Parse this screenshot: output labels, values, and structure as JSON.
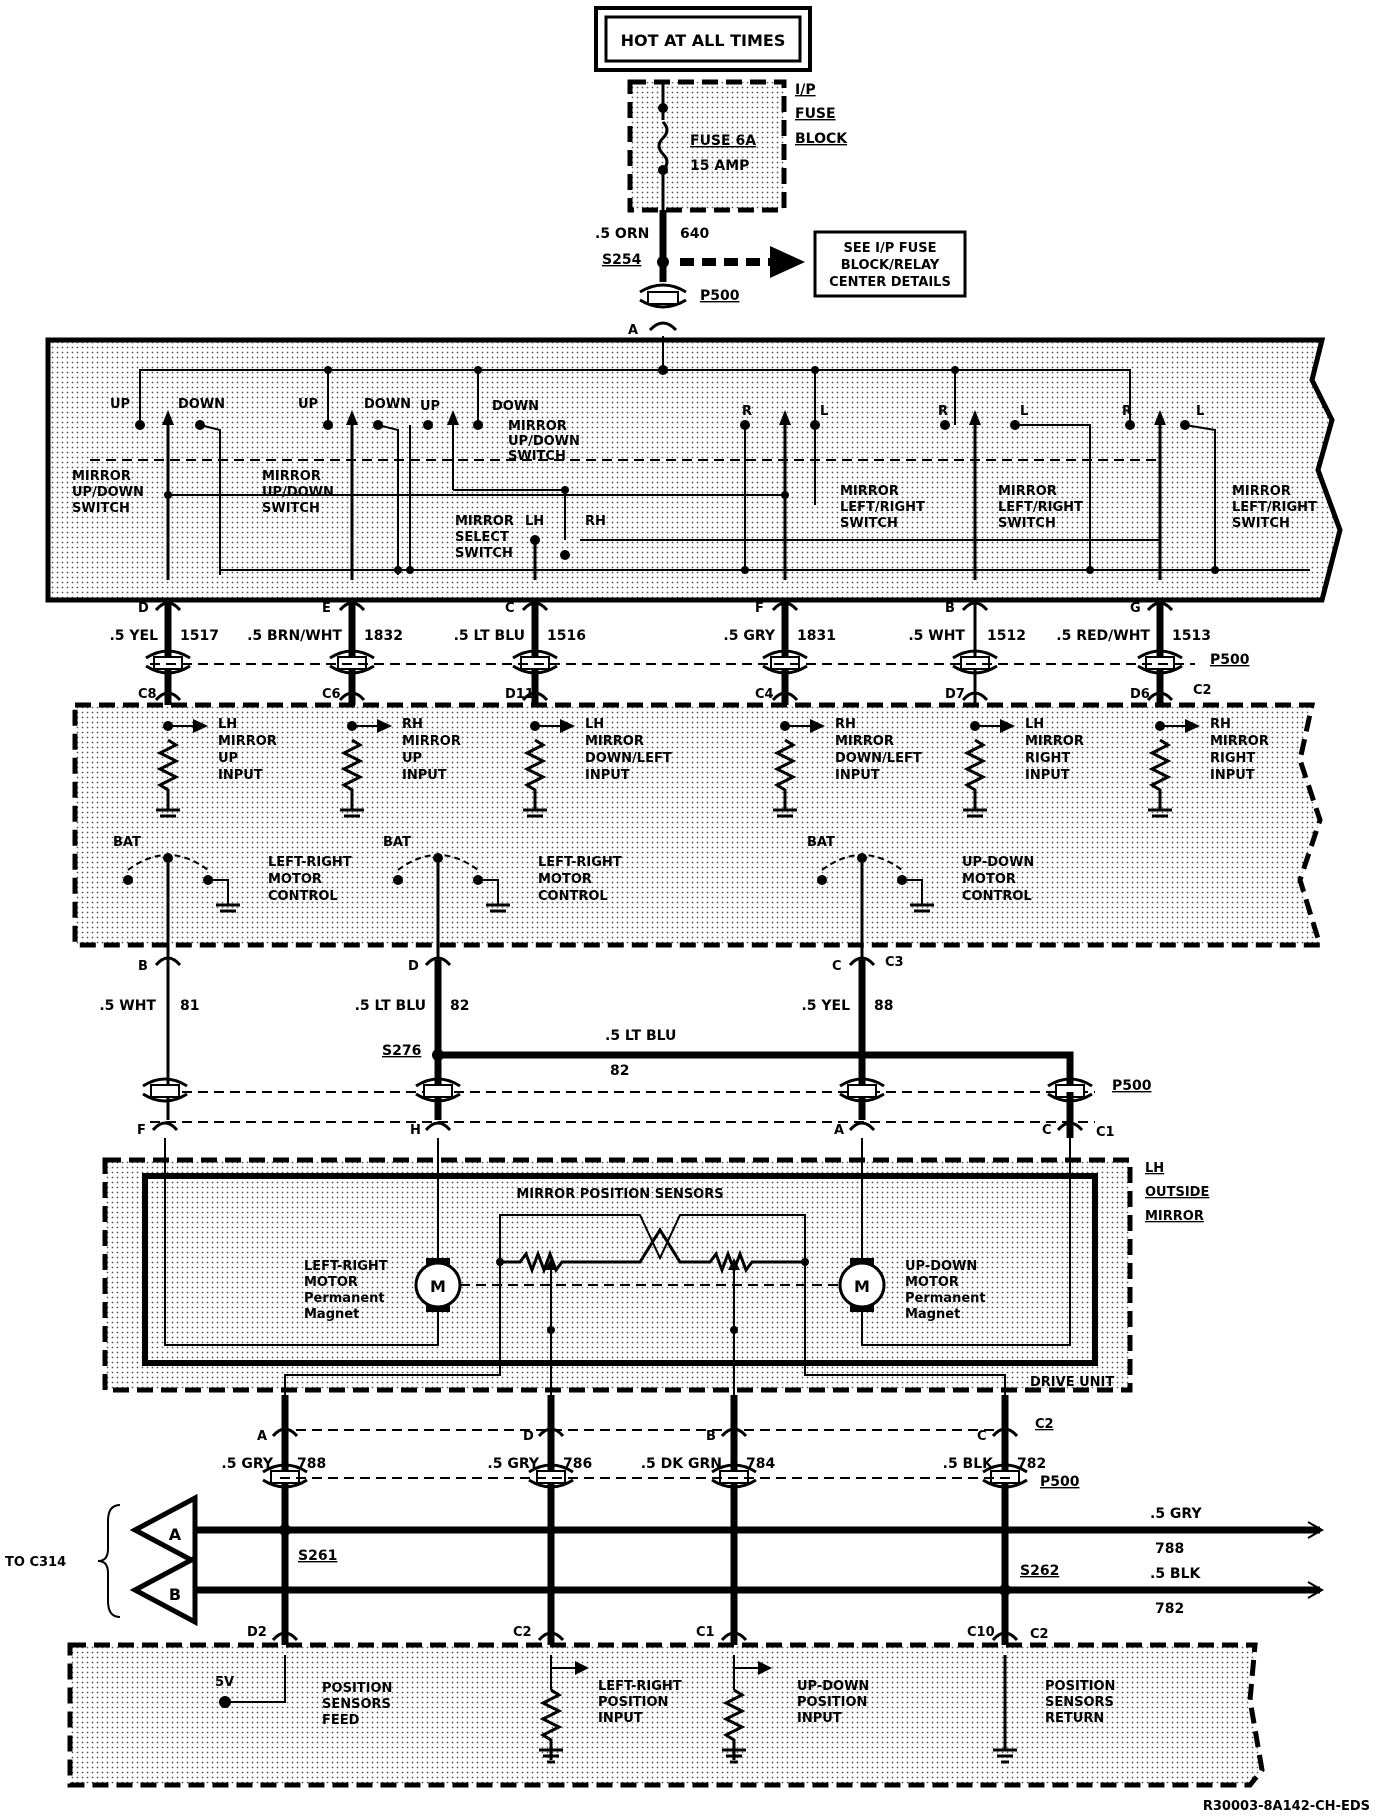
{
  "header": {
    "hot_label": "HOT AT ALL TIMES",
    "fuse_block_label": [
      "I/P",
      "FUSE",
      "BLOCK"
    ],
    "fuse_name": "FUSE 6A",
    "fuse_rating": "15 AMP",
    "wire_orn": ".5 ORN",
    "circuit_640": "640",
    "splice_s254": "S254",
    "see_details": [
      "SEE I/P FUSE",
      "BLOCK/RELAY",
      "CENTER DETAILS"
    ],
    "p500_top": "P500",
    "pin_a_top": "A"
  },
  "switch_panel": {
    "labels": {
      "up1": "UP",
      "down1": "DOWN",
      "up2": "UP",
      "down2": "DOWN",
      "up3": "UP",
      "down3": "DOWN",
      "r1": "R",
      "l1": "L",
      "r2": "R",
      "l2": "L",
      "r3": "R",
      "l3": "L",
      "lh": "LH",
      "rh": "RH"
    },
    "switches": {
      "sw1": [
        "MIRROR",
        "UP/DOWN",
        "SWITCH"
      ],
      "sw2": [
        "MIRROR",
        "UP/DOWN",
        "SWITCH"
      ],
      "sw3": [
        "MIRROR",
        "UP/DOWN",
        "SWITCH"
      ],
      "select": [
        "MIRROR",
        "SELECT",
        "SWITCH"
      ],
      "lr1": [
        "MIRROR",
        "LEFT/RIGHT",
        "SWITCH"
      ],
      "lr2": [
        "MIRROR",
        "LEFT/RIGHT",
        "SWITCH"
      ],
      "lr3": [
        "MIRROR",
        "LEFT/RIGHT",
        "SWITCH"
      ]
    }
  },
  "output_wires": [
    {
      "pin": "D",
      "wire": ".5 YEL",
      "circuit": "1517",
      "cpin": "C8"
    },
    {
      "pin": "E",
      "wire": ".5 BRN/WHT",
      "circuit": "1832",
      "cpin": "C6"
    },
    {
      "pin": "C",
      "wire": ".5 LT BLU",
      "circuit": "1516",
      "cpin": "D11"
    },
    {
      "pin": "F",
      "wire": ".5 GRY",
      "circuit": "1831",
      "cpin": "C4"
    },
    {
      "pin": "B",
      "wire": ".5 WHT",
      "circuit": "1512",
      "cpin": "D7"
    },
    {
      "pin": "G",
      "wire": ".5 RED/WHT",
      "circuit": "1513",
      "cpin": "D6"
    }
  ],
  "p500_mid": "P500",
  "c2_mid": "C2",
  "module_inputs": [
    [
      "LH",
      "MIRROR",
      "UP",
      "INPUT"
    ],
    [
      "RH",
      "MIRROR",
      "UP",
      "INPUT"
    ],
    [
      "LH",
      "MIRROR",
      "DOWN/LEFT",
      "INPUT"
    ],
    [
      "RH",
      "MIRROR",
      "DOWN/LEFT",
      "INPUT"
    ],
    [
      "LH",
      "MIRROR",
      "RIGHT",
      "INPUT"
    ],
    [
      "RH",
      "MIRROR",
      "RIGHT",
      "INPUT"
    ]
  ],
  "motor_controls": [
    {
      "bat": "BAT",
      "label": [
        "LEFT-RIGHT",
        "MOTOR",
        "CONTROL"
      ]
    },
    {
      "bat": "BAT",
      "label": [
        "LEFT-RIGHT",
        "MOTOR",
        "CONTROL"
      ]
    },
    {
      "bat": "BAT",
      "label": [
        "UP-DOWN",
        "MOTOR",
        "CONTROL"
      ]
    }
  ],
  "motor_wires": [
    {
      "pin": "B",
      "wire": ".5 WHT",
      "circuit": "81"
    },
    {
      "pin": "D",
      "wire": ".5 LT BLU",
      "circuit": "82"
    },
    {
      "pin": "C",
      "wire": ".5 YEL",
      "circuit": "88"
    }
  ],
  "c3": "C3",
  "splice_s276": "S276",
  "s276_wire": ".5 LT BLU",
  "s276_circuit": "82",
  "p500_lower": "P500",
  "mirror_pins": [
    "F",
    "H",
    "A",
    "C"
  ],
  "c1": "C1",
  "mirror": {
    "side_label": [
      "LH",
      "OUTSIDE",
      "MIRROR"
    ],
    "sensors_title": "MIRROR POSITION SENSORS",
    "motor_lr": [
      "LEFT-RIGHT",
      "MOTOR",
      "Permanent",
      "Magnet"
    ],
    "motor_ud": [
      "UP-DOWN",
      "MOTOR",
      "Permanent",
      "Magnet"
    ],
    "motor_symbol": "M",
    "drive_unit": "DRIVE UNIT"
  },
  "sensor_wires": [
    {
      "pin": "A",
      "wire": ".5 GRY",
      "circuit": "788"
    },
    {
      "pin": "D",
      "wire": ".5 GRY",
      "circuit": "786"
    },
    {
      "pin": "B",
      "wire": ".5 DK GRN",
      "circuit": "784"
    },
    {
      "pin": "C",
      "wire": ".5 BLK",
      "circuit": "782"
    }
  ],
  "c2_lower": "C2",
  "p500_bottom": "P500",
  "bus": {
    "to_c314": "TO C314",
    "tri_a": "A",
    "tri_b": "B",
    "s261": "S261",
    "s262": "S262",
    "gry_wire": ".5 GRY",
    "gry_circuit": "788",
    "blk_wire": ".5 BLK",
    "blk_circuit": "782"
  },
  "bottom_module": {
    "pins": [
      "D2",
      "C2",
      "C1",
      "C10"
    ],
    "c2_side": "C2",
    "v5": "5V",
    "feed": [
      "POSITION",
      "SENSORS",
      "FEED"
    ],
    "lr_input": [
      "LEFT-RIGHT",
      "POSITION",
      "INPUT"
    ],
    "ud_input": [
      "UP-DOWN",
      "POSITION",
      "INPUT"
    ],
    "return": [
      "POSITION",
      "SENSORS",
      "RETURN"
    ]
  },
  "footer_code": "R30003-8A142-CH-EDS"
}
